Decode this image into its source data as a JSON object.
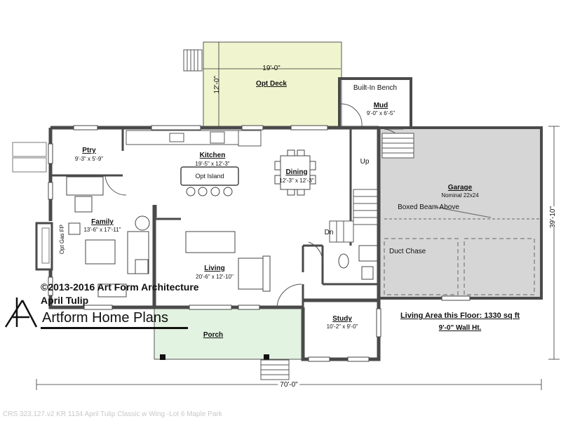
{
  "rooms": {
    "opt_deck": {
      "name": "Opt Deck",
      "width": "19'-0\"",
      "depth": "12'-0\""
    },
    "builtin_bench": "Built-In Bench",
    "mud": {
      "name": "Mud",
      "dims": "9'-0\" x 6'-5\""
    },
    "ptry": {
      "name": "Ptry",
      "dims": "9'-3\" x 5'-9\""
    },
    "kitchen": {
      "name": "Kitchen",
      "dims": "19'-5\" x 12'-3\""
    },
    "opt_island": "Opt Island",
    "dining": {
      "name": "Dining",
      "dims": "12'-3\" x 12'-3\""
    },
    "family": {
      "name": "Family",
      "dims": "13'-6\" x 17'-11\""
    },
    "opt_gas_fp": "Opt Gas FP",
    "living": {
      "name": "Living",
      "dims": "20'-6\" x 12'-10\""
    },
    "garage": {
      "name": "Garage",
      "dims": "Nominal 22x24"
    },
    "boxed_beam": "Boxed Beam Above",
    "duct_chase": "Duct Chase",
    "study": {
      "name": "Study",
      "dims": "10'-2\" x 9'-0\""
    },
    "porch": {
      "name": "Porch"
    },
    "stairs_up": "Up",
    "stairs_dn": "Dn"
  },
  "dimensions": {
    "overall_width": "70'-0\"",
    "overall_depth": "39'-10\""
  },
  "info": {
    "living_area": "Living Area this Floor: 1330 sq ft",
    "wall_height": "9'-0\" Wall Ht."
  },
  "watermark": {
    "copyright": "©2013-2016 Art Form Architecture",
    "plan_name": "April Tulip",
    "brand": "Artform Home Plans"
  },
  "footer": "CRS 323.127.v2 KR 1134 April Tulip Classic w Wing -Lot 6 Maple Park",
  "colors": {
    "deck": "#f0f5cf",
    "porch": "#e2f3e1",
    "garage": "#d6d6d6",
    "wall": "#4a4a4a"
  }
}
